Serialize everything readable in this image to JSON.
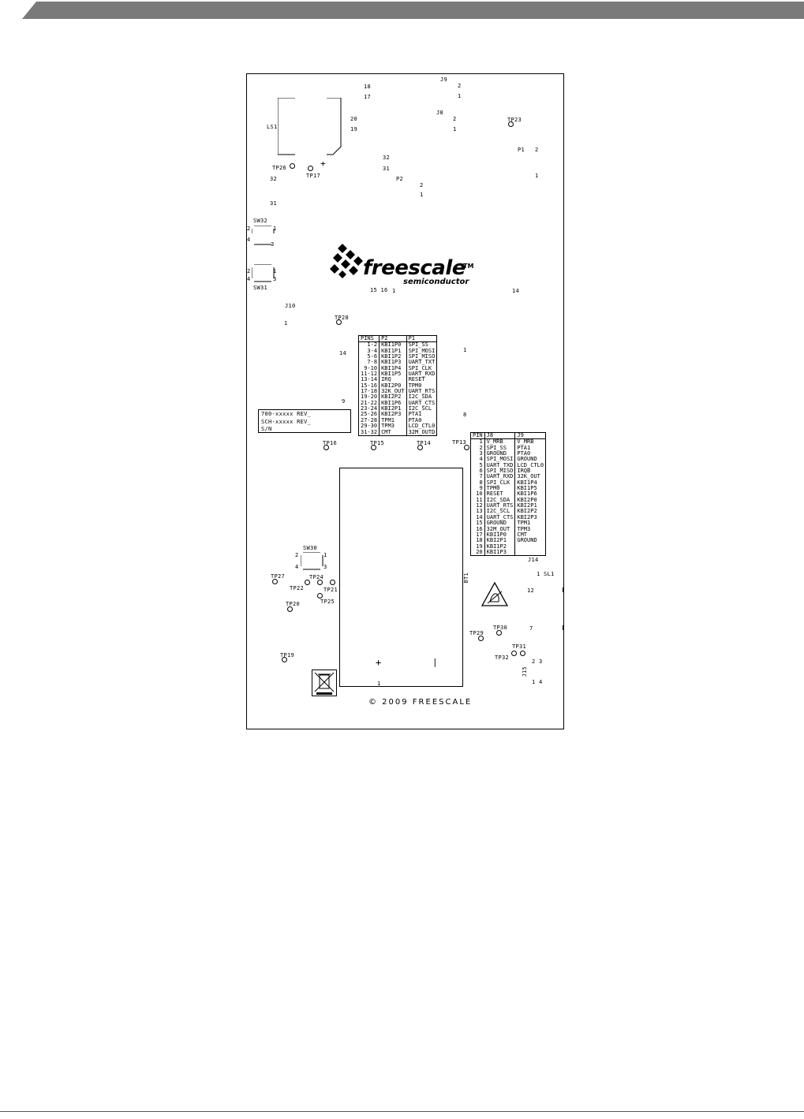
{
  "banner": {
    "color": "#7a7a7a"
  },
  "board": {
    "labels": {
      "ls1": "LS1",
      "pin18": "18",
      "pin17": "17",
      "pin20": "20",
      "pin19": "19",
      "j9": "J9",
      "j9_2": "2",
      "j9_1": "1",
      "j8": "J8",
      "j8_2": "2",
      "j8_1": "1",
      "tp23": "TP23",
      "p1": "P1",
      "p1_2": "2",
      "p1_1": "1",
      "tp26": "TP26",
      "tp17": "TP17",
      "plus": "+",
      "lbl32a": "32",
      "lbl31a": "31",
      "lbl32b": "32",
      "lbl31b": "31",
      "p2": "P2",
      "p2_2": "2",
      "p2_1": "1",
      "sw32": "SW32",
      "sw32_2": "2",
      "sw32_1": "1",
      "sw32_4": "4",
      "sw32_3": "3",
      "sw31": "SW31",
      "sw31_2": "2",
      "sw31_1": "1",
      "sw31_4": "4",
      "sw31_3": "3",
      "pins1516": "15 16",
      "pin1c": "1",
      "pin14a": "14",
      "j10": "J10",
      "j10_1": "1",
      "tp28": "TP28",
      "pin14b": "14",
      "pin1d": "1",
      "pin9": "9",
      "pin8": "8",
      "tp16": "TP16",
      "tp15": "TP15",
      "tp14": "TP14",
      "tp13": "TP13",
      "sw30": "SW30",
      "sw30_2": "2",
      "sw30_1": "1",
      "sw30_4": "4",
      "sw30_3": "3",
      "tp27": "TP27",
      "tp24": "TP24",
      "tp22": "TP22",
      "tp21": "TP21",
      "tp25": "TP25",
      "tp20": "TP20",
      "tp19": "TP19",
      "bt1": "BT1",
      "j14": "J14",
      "sl1": "1 SL1",
      "pin12": "12",
      "pin7": "7",
      "tp29": "TP29",
      "tp30": "TP30",
      "tp31": "TP31",
      "tp32": "TP32",
      "j15": "J15",
      "j15_23": "2 3",
      "j15_14": "1 4",
      "batt_plus": "+",
      "batt_minus": "|",
      "batt_1": "1"
    },
    "rev_box": [
      "700-xxxxx REV_",
      "SCH-xxxxx REV_",
      "S/N"
    ],
    "pin_table": {
      "headers": [
        "PINS",
        "P2",
        "P1"
      ],
      "rows": [
        [
          "1-2",
          "KBI1P0",
          "SPI_SS"
        ],
        [
          "3-4",
          "KBI1P1",
          "SPI_MOSI"
        ],
        [
          "5-6",
          "KBI1P2",
          "SPI_MISO"
        ],
        [
          "7-8",
          "KBI1P3",
          "UART_TXT"
        ],
        [
          "9-10",
          "KBI1P4",
          "SPI_CLK"
        ],
        [
          "11-12",
          "KBI1P5",
          "UART_RXD"
        ],
        [
          "13-14",
          "IRQ",
          "RESET"
        ],
        [
          "15-16",
          "KBI2P0",
          "TPM0"
        ],
        [
          "17-18",
          "32K_OUT",
          "UART_RTS"
        ],
        [
          "19-20",
          "KBI2P2",
          "I2C_SDA"
        ],
        [
          "21-22",
          "KBI1P6",
          "UART_CTS"
        ],
        [
          "23-24",
          "KBI2P1",
          "I2C_SCL"
        ],
        [
          "25-26",
          "KBI2P3",
          "PTA1"
        ],
        [
          "27-28",
          "TPM1",
          "PTA0"
        ],
        [
          "29-30",
          "TPM3",
          "LCD_CTL0"
        ],
        [
          "31-32",
          "CMT",
          "32M_OUTD"
        ]
      ]
    },
    "j_table": {
      "headers": [
        "PIN",
        "J8",
        "J9"
      ],
      "rows": [
        [
          "1",
          "V_MRB",
          "V_MRB"
        ],
        [
          "2",
          "SPI_SS",
          "PTA1"
        ],
        [
          "3",
          "GROUND",
          "PTA0"
        ],
        [
          "4",
          "SPI_MOSI",
          "GROUND"
        ],
        [
          "5",
          "UART_TXD",
          "LCD_CTL0"
        ],
        [
          "6",
          "SPI_MISO",
          "IRQB"
        ],
        [
          "7",
          "UART_RXD",
          "32K_OUT"
        ],
        [
          "8",
          "SPI_CLK",
          "KBI1P4"
        ],
        [
          "9",
          "TPM0",
          "KBI1P5"
        ],
        [
          "10",
          "RESET",
          "KBI1P6"
        ],
        [
          "11",
          "I2C_SDA",
          "KBI2P0"
        ],
        [
          "12",
          "UART_RTS",
          "KBI2P1"
        ],
        [
          "13",
          "I2C_SCL",
          "KBI2P2"
        ],
        [
          "14",
          "UART_CTS",
          "KBI2P3"
        ],
        [
          "15",
          "GROUND",
          "TPM1"
        ],
        [
          "16",
          "32M_OUT",
          "TPM3"
        ],
        [
          "17",
          "KBI1P0",
          "CMT"
        ],
        [
          "18",
          "KBI2P1",
          "GROUND"
        ],
        [
          "19",
          "KBI1P2",
          ""
        ],
        [
          "20",
          "KBI1P3",
          ""
        ]
      ]
    },
    "logo": {
      "word": "freescale",
      "tm": "TM",
      "sub": "semiconductor"
    },
    "copyright": "© 2009 FREESCALE"
  }
}
